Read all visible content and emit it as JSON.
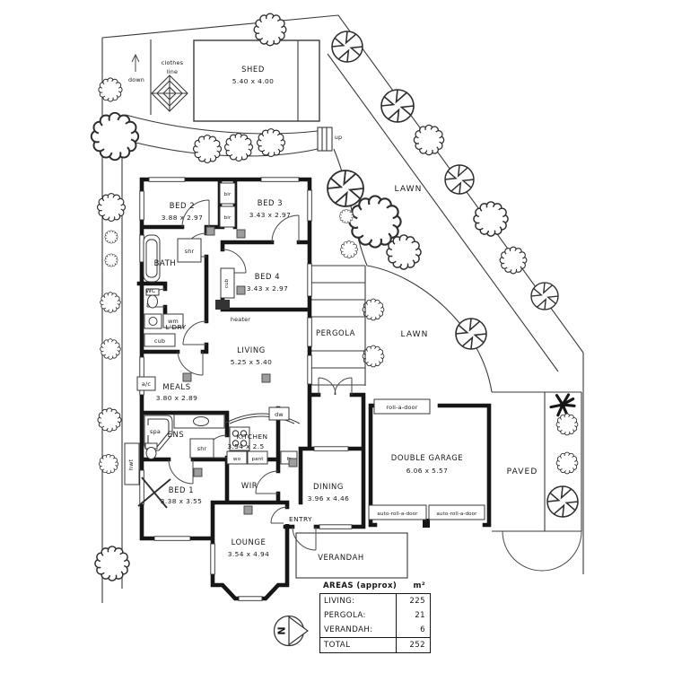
{
  "canvas": {
    "bg": "#ffffff",
    "ink": "#161616",
    "square_marker": "#9d9d9d"
  },
  "site": {
    "shed": {
      "label": "SHED",
      "dims": "5.40 x 4.00"
    },
    "clothes_line": {
      "line1": "clothes",
      "line2": "line"
    },
    "down_label": "down",
    "up_label": "up",
    "lawn_upper": "LAWN",
    "lawn_lower": "LAWN",
    "pergola_label": "PERGOLA",
    "paved_label": "PAVED"
  },
  "rooms": {
    "bed2": {
      "label": "BED 2",
      "dims": "3.88 x 2.97"
    },
    "bed3": {
      "label": "BED 3",
      "dims": "3.43 x 2.97"
    },
    "bed4": {
      "label": "BED 4",
      "dims": "3.43 x 2.97"
    },
    "bed1": {
      "label": "BED 1",
      "dims": "3.38 x 3.55"
    },
    "living": {
      "label": "LIVING",
      "dims": "5.25 x 5.40"
    },
    "meals": {
      "label": "MEALS",
      "dims": "3.80 x 2.89"
    },
    "kitchen": {
      "label": "KITCHEN",
      "dims": "3.54 x 2.5"
    },
    "dining": {
      "label": "DINING",
      "dims": "3.96 x 4.46"
    },
    "lounge": {
      "label": "LOUNGE",
      "dims": "3.54 x 4.94"
    },
    "garage": {
      "label": "DOUBLE GARAGE",
      "dims": "6.06 x 5.57"
    },
    "bath": {
      "label": "BATH"
    },
    "wc": {
      "label": "WC"
    },
    "ldry": {
      "label": "L'DRY"
    },
    "ens": {
      "label": "ENS"
    },
    "wir": {
      "label": "WIR"
    },
    "entry": {
      "label": "ENTRY"
    },
    "verandah": {
      "label": "VERANDAH"
    }
  },
  "fixtures": {
    "bir_top": "bir",
    "bir_bottom": "bir",
    "cub_bed4": "cub",
    "cub_ldry": "cub",
    "shr_bath": "shr",
    "shr_ens": "shr",
    "wm": "wm",
    "spa": "spa",
    "heater": "heater",
    "ac": "a/c",
    "hwt": "hwt",
    "dw": "dw",
    "wo": "wo",
    "pant": "pant",
    "fr": "fr"
  },
  "garage_doors": {
    "roll": "roll-a-door",
    "auto_left": "auto-roll-a-door",
    "auto_right": "auto-roll-a-door"
  },
  "areas_table": {
    "title": "AREAS (approx)",
    "unit": "m²",
    "rows": [
      {
        "label": "LIVING:",
        "value": "225"
      },
      {
        "label": "PERGOLA:",
        "value": "21"
      },
      {
        "label": "VERANDAH:",
        "value": "6"
      }
    ],
    "total_label": "TOTAL",
    "total_value": "252"
  },
  "compass": {
    "letter": "N"
  }
}
